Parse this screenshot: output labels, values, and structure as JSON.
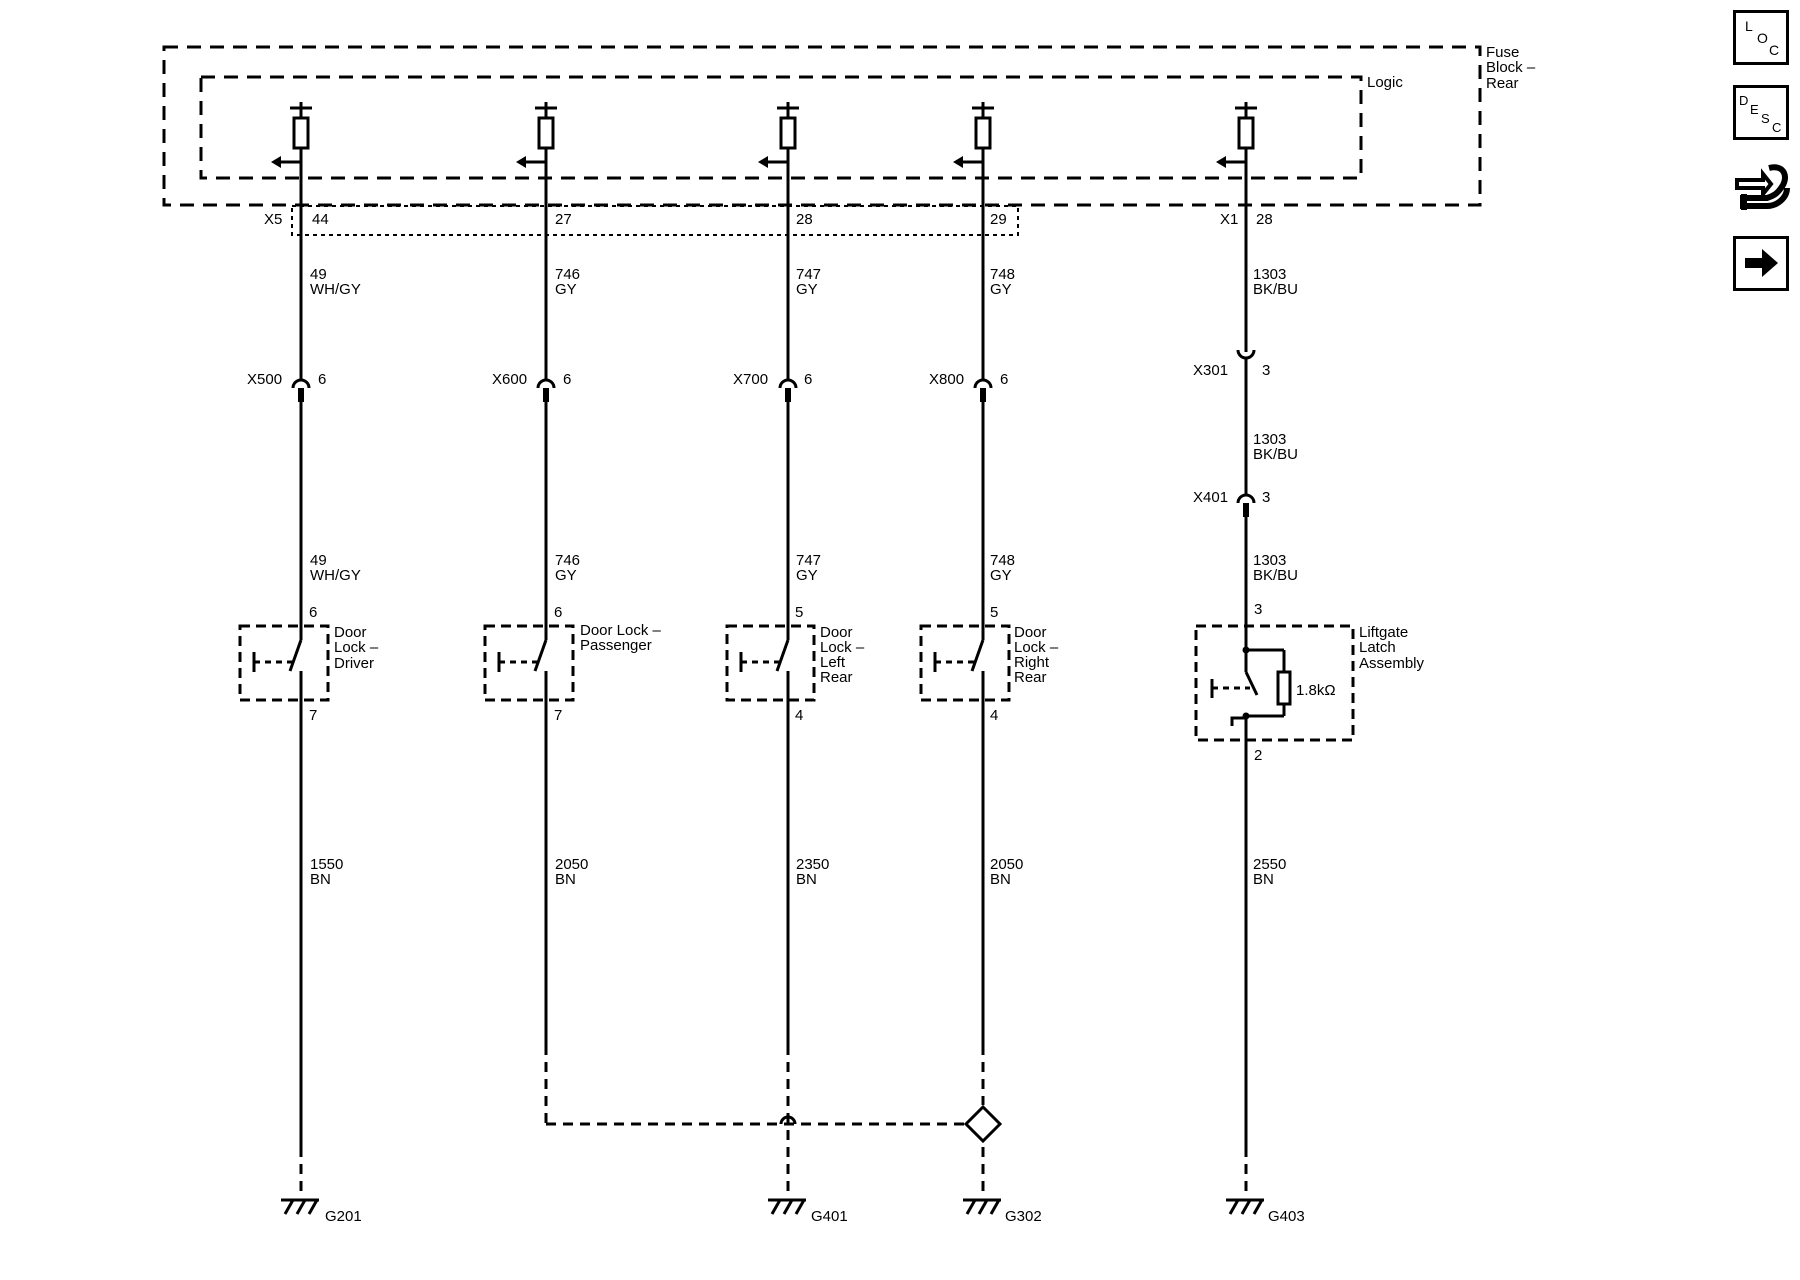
{
  "fuse_block": {
    "title_lines": [
      "Fuse",
      "Block –",
      "Rear"
    ],
    "inner_label": "Logic"
  },
  "connectors": {
    "x5": "X5",
    "x1": "X1",
    "pins_top": [
      "44",
      "27",
      "28",
      "29",
      "28"
    ]
  },
  "circuits": [
    {
      "upper_wire": {
        "num": "49",
        "color": "WH/GY"
      },
      "inline_connector": {
        "name": "X500",
        "pin": "6"
      },
      "lower_wire": {
        "num": "49",
        "color": "WH/GY"
      },
      "device": {
        "label_lines": [
          "Door",
          "Lock –",
          "Driver"
        ],
        "pin_in": "6",
        "pin_out": "7"
      },
      "ground_wire": {
        "num": "1550",
        "color": "BN"
      },
      "ground": "G201"
    },
    {
      "upper_wire": {
        "num": "746",
        "color": "GY"
      },
      "inline_connector": {
        "name": "X600",
        "pin": "6"
      },
      "lower_wire": {
        "num": "746",
        "color": "GY"
      },
      "device": {
        "label_lines": [
          "Door Lock –",
          "Passenger"
        ],
        "pin_in": "6",
        "pin_out": "7"
      },
      "ground_wire": {
        "num": "2050",
        "color": "BN"
      },
      "ground": ""
    },
    {
      "upper_wire": {
        "num": "747",
        "color": "GY"
      },
      "inline_connector": {
        "name": "X700",
        "pin": "6"
      },
      "lower_wire": {
        "num": "747",
        "color": "GY"
      },
      "device": {
        "label_lines": [
          "Door",
          "Lock –",
          "Left",
          "Rear"
        ],
        "pin_in": "5",
        "pin_out": "4"
      },
      "ground_wire": {
        "num": "2350",
        "color": "BN"
      },
      "ground": "G401"
    },
    {
      "upper_wire": {
        "num": "748",
        "color": "GY"
      },
      "inline_connector": {
        "name": "X800",
        "pin": "6"
      },
      "lower_wire": {
        "num": "748",
        "color": "GY"
      },
      "device": {
        "label_lines": [
          "Door",
          "Lock –",
          "Right",
          "Rear"
        ],
        "pin_in": "5",
        "pin_out": "4"
      },
      "ground_wire": {
        "num": "2050",
        "color": "BN"
      },
      "ground": "G302"
    },
    {
      "upper_wire": {
        "num": "1303",
        "color": "BK/BU"
      },
      "inline_connector": {
        "name": "X301",
        "pin": "3"
      },
      "mid_wire": {
        "num": "1303",
        "color": "BK/BU"
      },
      "inline_connector_2": {
        "name": "X401",
        "pin": "3"
      },
      "lower_wire": {
        "num": "1303",
        "color": "BK/BU"
      },
      "device": {
        "label_lines": [
          "Liftgate",
          "Latch",
          "Assembly"
        ],
        "pin_in": "3",
        "pin_out": "2",
        "resistor": "1.8kΩ"
      },
      "ground_wire": {
        "num": "2550",
        "color": "BN"
      },
      "ground": "G403"
    }
  ],
  "sidebar": {
    "loc": {
      "l": "L",
      "o": "O",
      "c": "C"
    },
    "desc": {
      "d": "D",
      "e": "E",
      "s": "S",
      "c": "C"
    },
    "icons": [
      "loc-icon",
      "desc-icon",
      "connector-tool-icon",
      "next-arrow-icon"
    ]
  }
}
